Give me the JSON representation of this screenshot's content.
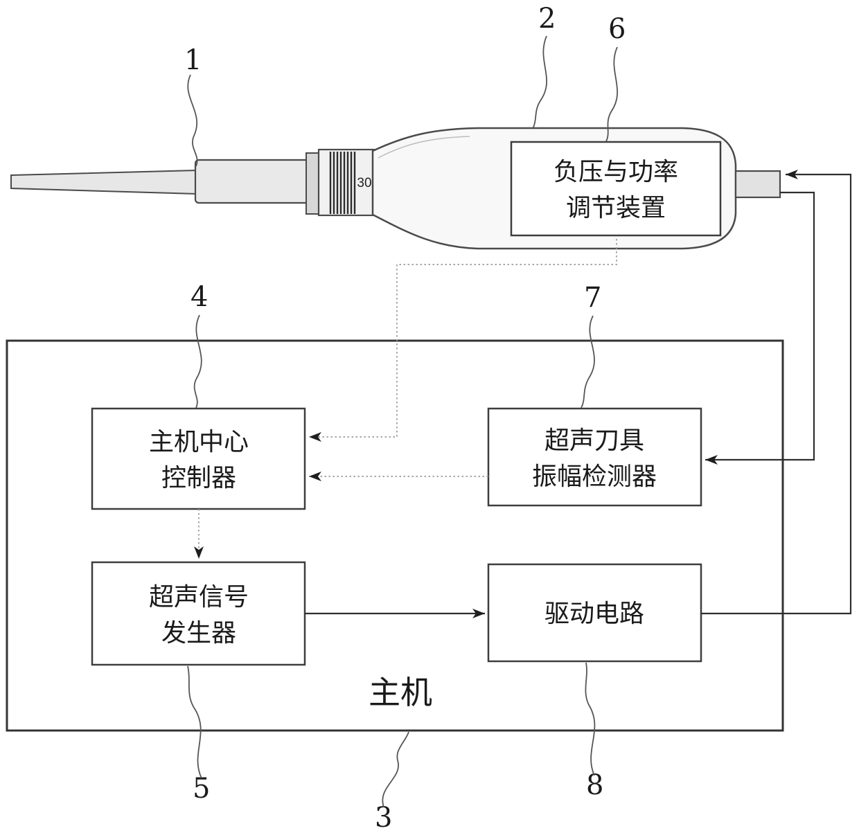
{
  "figure": {
    "reference_numerals": {
      "n1": "1",
      "n2": "2",
      "n3": "3",
      "n4": "4",
      "n5": "5",
      "n6": "6",
      "n7": "7",
      "n8": "8"
    },
    "handpiece": {
      "collar_marking": "30",
      "pressure_power_box": {
        "line1": "负压与功率",
        "line2": "调节装置"
      }
    },
    "host": {
      "label": "主机",
      "controller_box": {
        "line1": "主机中心",
        "line2": "控制器"
      },
      "amplitude_detector_box": {
        "line1": "超声刀具",
        "line2": "振幅检测器"
      },
      "signal_generator_box": {
        "line1": "超声信号",
        "line2": "发生器"
      },
      "drive_circuit_box": {
        "line1": "驱动电路"
      }
    },
    "colors": {
      "line_dark": "#2e2e2e",
      "line_gray": "#9a9a9a",
      "fill_light": "#ededed"
    }
  }
}
